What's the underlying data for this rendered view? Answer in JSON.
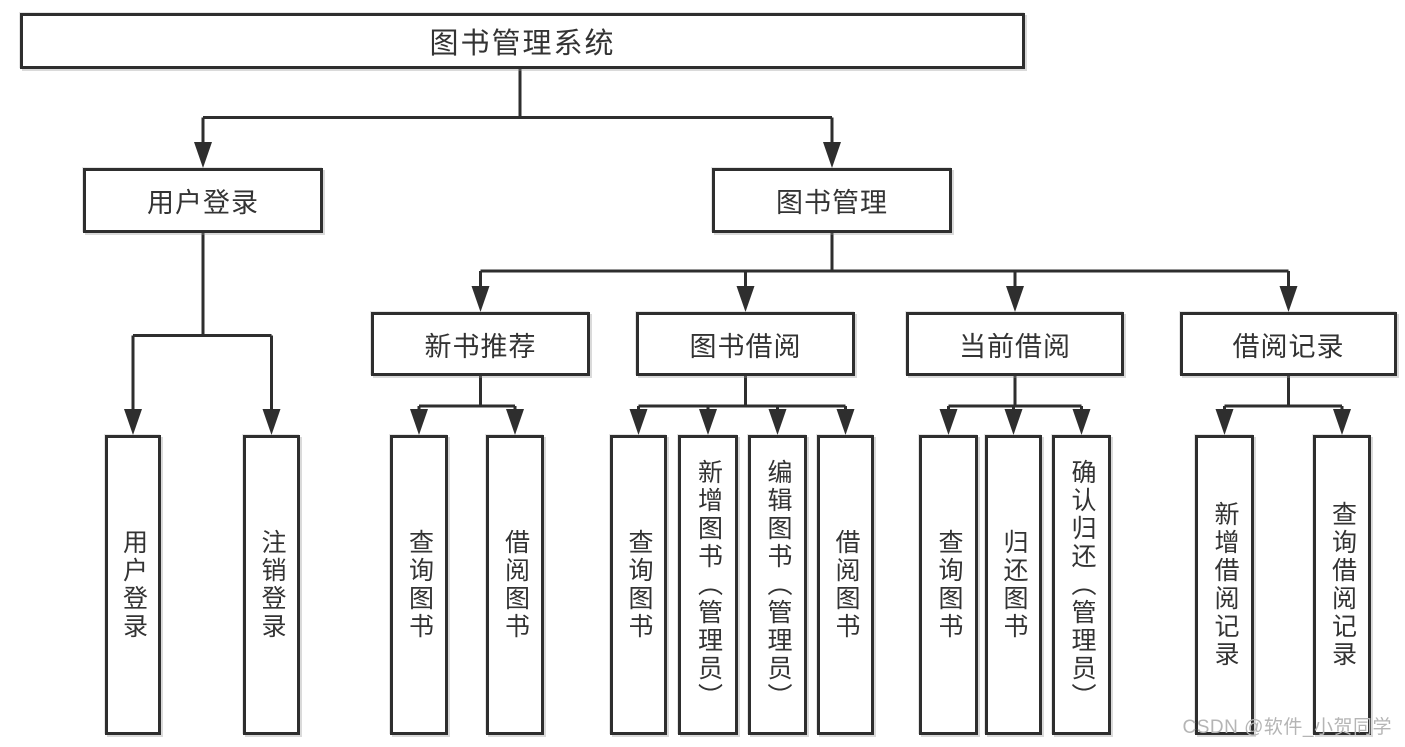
{
  "diagram": {
    "title": "图书管理系统",
    "tree": {
      "label": "图书管理系统",
      "children": [
        {
          "label": "用户登录",
          "children": [
            {
              "label": "用户登录"
            },
            {
              "label": "注销登录"
            }
          ]
        },
        {
          "label": "图书管理",
          "children": [
            {
              "label": "新书推荐",
              "children": [
                {
                  "label": "查询图书"
                },
                {
                  "label": "借阅图书"
                }
              ]
            },
            {
              "label": "图书借阅",
              "children": [
                {
                  "label": "查询图书"
                },
                {
                  "label": "新增图书（管理员）"
                },
                {
                  "label": "编辑图书（管理员）"
                },
                {
                  "label": "借阅图书"
                }
              ]
            },
            {
              "label": "当前借阅",
              "children": [
                {
                  "label": "查询图书"
                },
                {
                  "label": "归还图书"
                },
                {
                  "label": "确认归还（管理员）"
                }
              ]
            },
            {
              "label": "借阅记录",
              "children": [
                {
                  "label": "新增借阅记录"
                },
                {
                  "label": "查询借阅记录"
                }
              ]
            }
          ]
        }
      ]
    },
    "colors": {
      "line": "#2e2e2e",
      "box_border": "#2e2e2e",
      "box_fill": "#ffffff",
      "text": "#333333",
      "background": "#ffffff",
      "watermark": "#b5b5b5"
    }
  },
  "watermark": {
    "text": "CSDN @软件_小贺同学"
  }
}
